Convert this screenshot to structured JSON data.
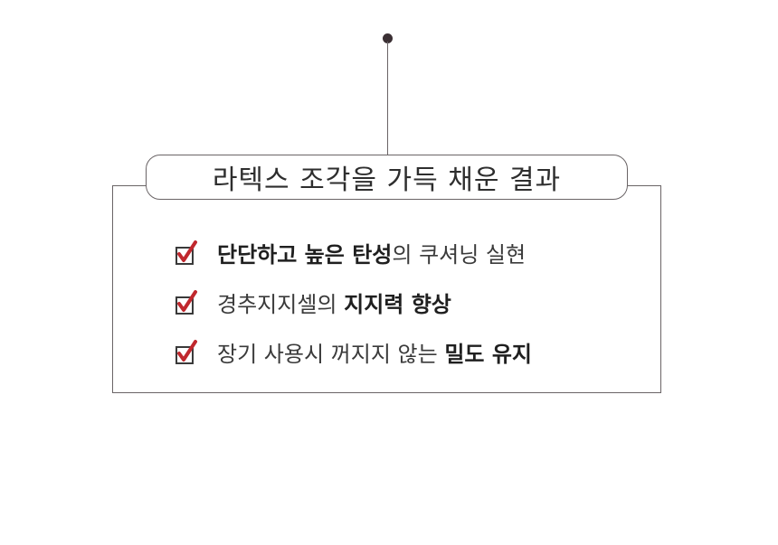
{
  "title": "라텍스 조각을 가득 채운 결과",
  "items": [
    {
      "bold": "단단하고 높은 탄성",
      "regular": "의 쿠셔닝 실현"
    },
    {
      "regular": "경추지지셀의 ",
      "bold": "지지력 향상"
    },
    {
      "regular": "장기 사용시 꺼지지 않는 ",
      "bold": "밀도 유지"
    }
  ],
  "icons": {
    "pin": "pin-dot-icon",
    "check": "red-checkbox-icon"
  },
  "colors": {
    "check_red": "#c0272d",
    "line": "#6a6466",
    "dot": "#3b3034",
    "text": "#333333"
  }
}
